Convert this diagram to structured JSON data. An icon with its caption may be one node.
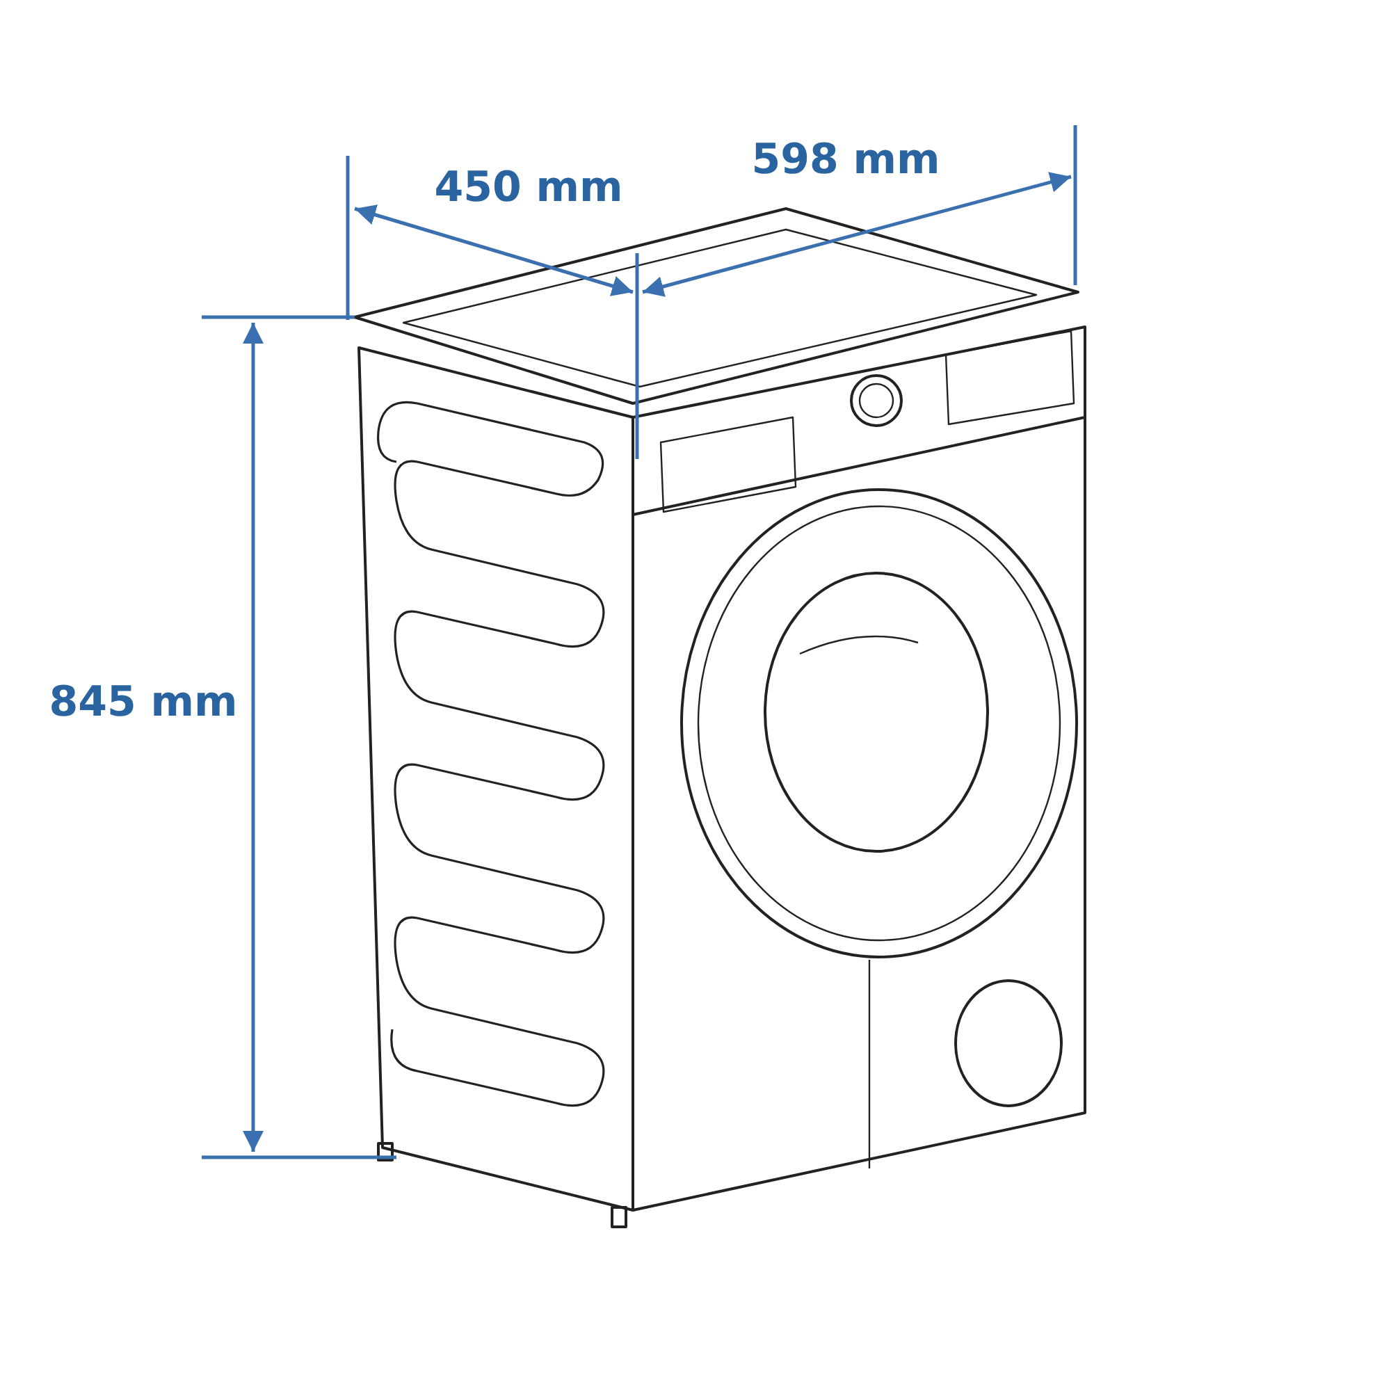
{
  "diagram": {
    "labels": [
      "450 mm",
      "598 mm",
      "845 mm"
    ]
  }
}
